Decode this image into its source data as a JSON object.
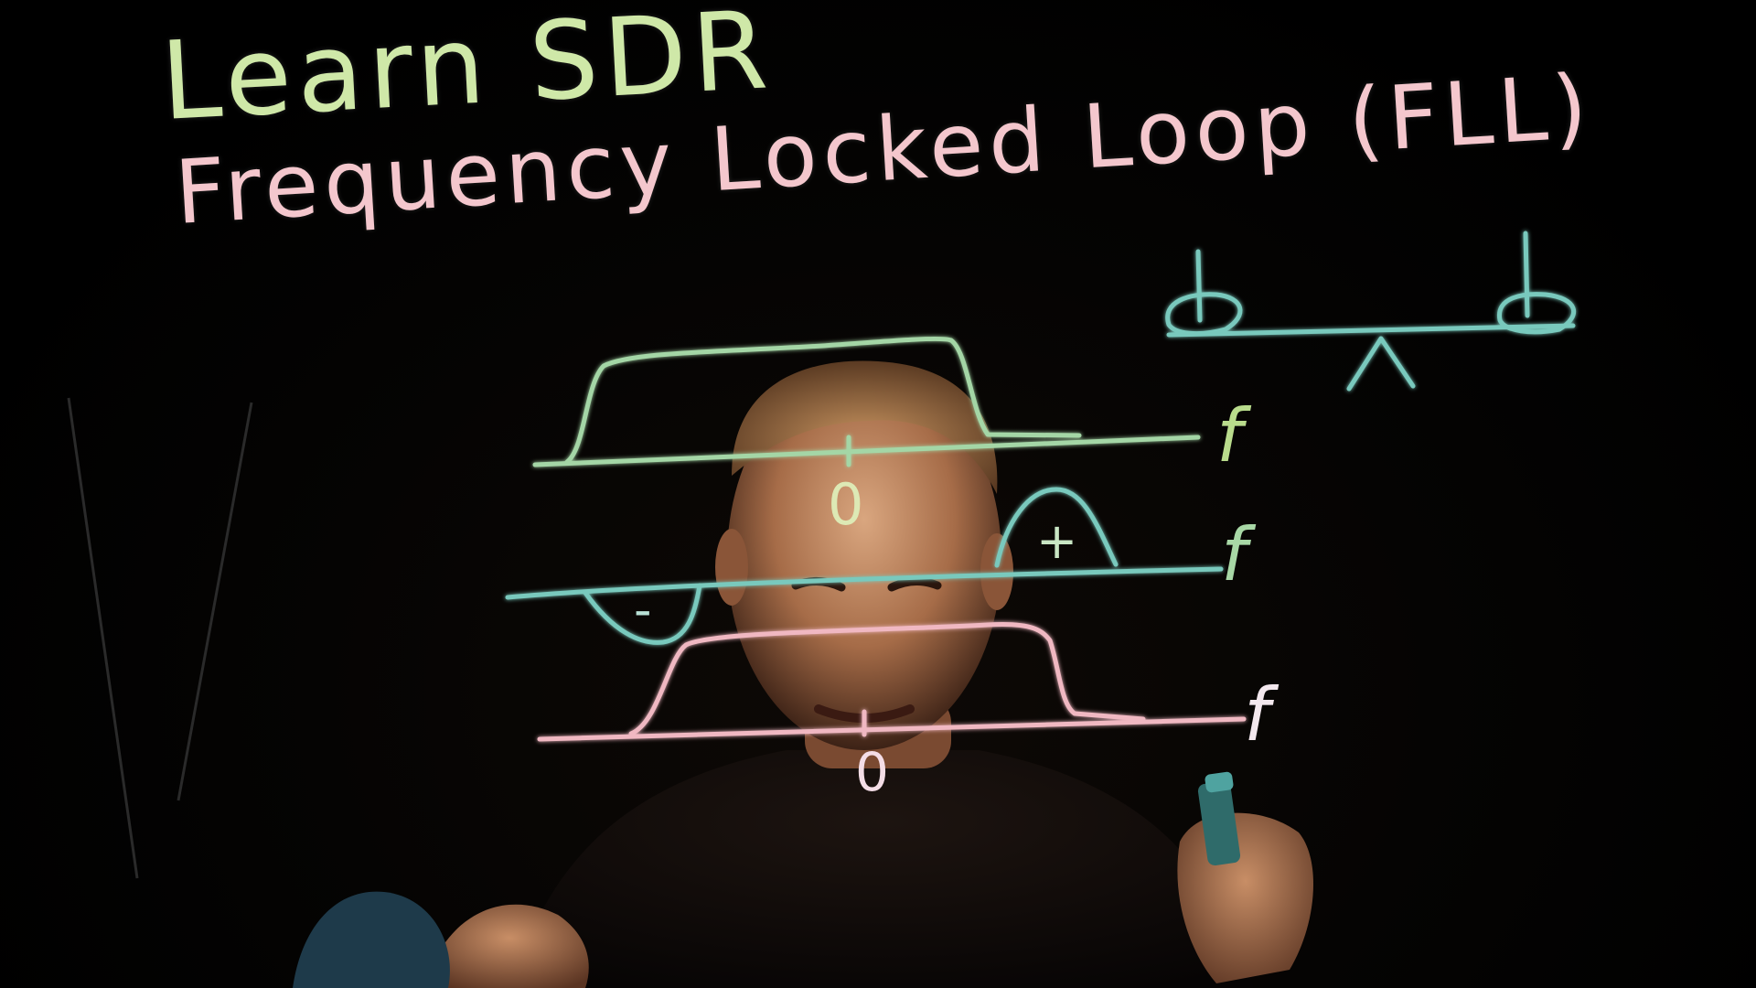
{
  "whiteboard": {
    "title": "Learn SDR",
    "subtitle": "Frequency Locked Loop (FLL)",
    "axis_labels": {
      "top": "f",
      "middle": "f",
      "bottom": "f"
    },
    "zero_top": "0",
    "zero_bottom": "0",
    "plus_lobe": "+",
    "minus_lobe": "-"
  },
  "colors": {
    "background": "#000000",
    "title_ink": "#cfe8a8",
    "subtitle_ink": "#f4c7cd",
    "spectrum_top_ink": "#a4d6a6",
    "error_curve_ink": "#79c9bd",
    "spectrum_bottom_ink": "#f0b8c2",
    "balance_ink": "#79c9bd"
  },
  "scene": {
    "subject": "presenter-behind-lightboard",
    "held_object": "marker"
  }
}
